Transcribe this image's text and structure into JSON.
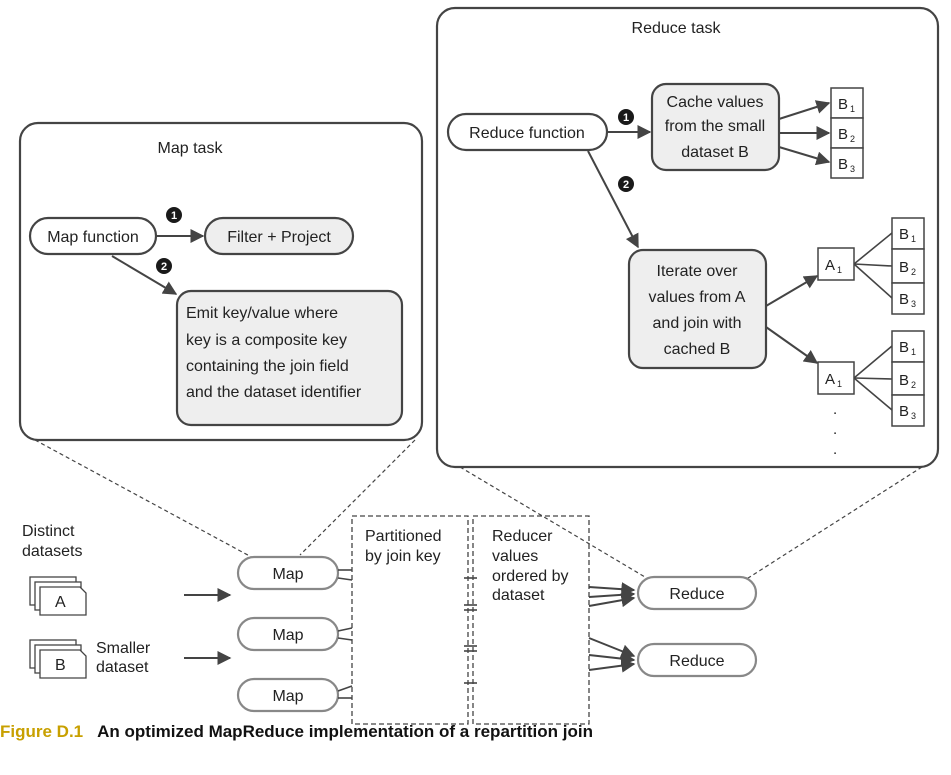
{
  "map_task": {
    "title": "Map task",
    "map_function": "Map function",
    "filter_project": "Filter + Project",
    "emit_lines": [
      "Emit key/value where",
      "key is a composite key",
      "containing the join field",
      "and the dataset identifier"
    ]
  },
  "reduce_task": {
    "title": "Reduce task",
    "reduce_function": "Reduce function",
    "cache_lines": [
      "Cache values",
      "from the small",
      "dataset B"
    ],
    "iterate_lines": [
      "Iterate over",
      "values from A",
      "and join with",
      "cached B"
    ],
    "b_label": "B",
    "a_label": "A",
    "subscripts": [
      "1",
      "2",
      "3"
    ],
    "ellipsis": "."
  },
  "badges": [
    "1",
    "2"
  ],
  "pipeline": {
    "distinct_label": [
      "Distinct",
      "datasets"
    ],
    "dataset_a": "A",
    "dataset_b": "B",
    "smaller_label": [
      "Smaller",
      "dataset"
    ],
    "map_label": "Map",
    "partition_lines": [
      "Partitioned",
      "by join key"
    ],
    "reducer_lines": [
      "Reducer",
      "values",
      "ordered by",
      "dataset"
    ],
    "reduce_label": "Reduce"
  },
  "caption": {
    "figure_number": "Figure D.1",
    "title": "An optimized MapReduce implementation of a repartition join"
  }
}
